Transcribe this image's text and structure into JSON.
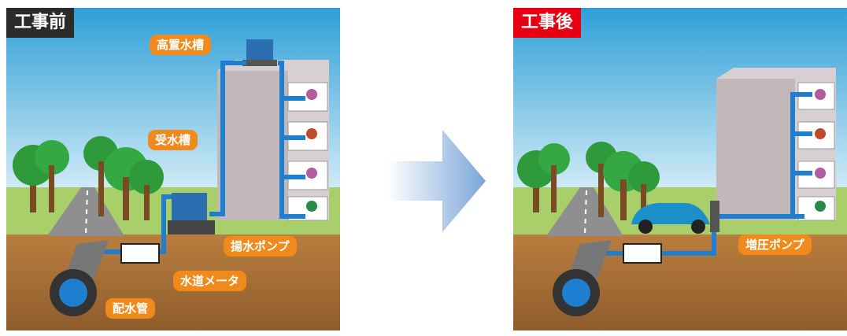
{
  "before": {
    "tag": "工事前",
    "labels": {
      "elevated_tank": "高置水槽",
      "receiving_tank": "受水槽",
      "lift_pump": "揚水ポンプ",
      "water_meter": "水道メータ",
      "distribution_pipe": "配水管"
    }
  },
  "after": {
    "tag": "工事後",
    "labels": {
      "booster_pump": "増圧ポンプ"
    }
  },
  "colors": {
    "sky_top": "#3aa8de",
    "sky_bottom": "#cfeaf6",
    "ground": "#a8723a",
    "pipe": "#1e7fd0",
    "callout": "#f08a1c",
    "tag_before": "#2b2b2b",
    "tag_after": "#e60012",
    "building": "#c9bfc1",
    "tree": "#2e9a3a",
    "car": "#1b8fc9"
  }
}
